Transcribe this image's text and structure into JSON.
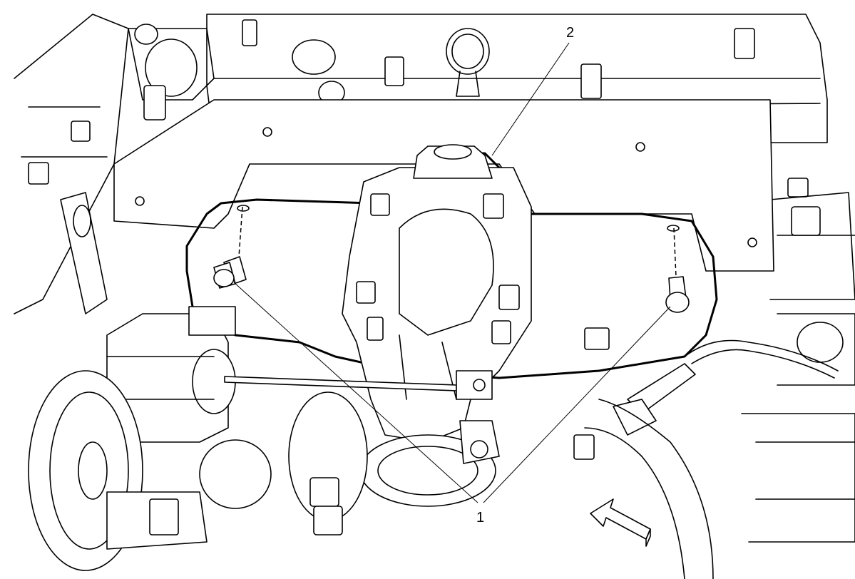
{
  "diagram": {
    "callouts": [
      {
        "id": "1",
        "label": "1"
      },
      {
        "id": "2",
        "label": "2"
      }
    ]
  },
  "icons": {
    "view_arrow": "view-direction-arrow-icon"
  },
  "colors": {
    "line": "#000000",
    "background": "#ffffff"
  }
}
